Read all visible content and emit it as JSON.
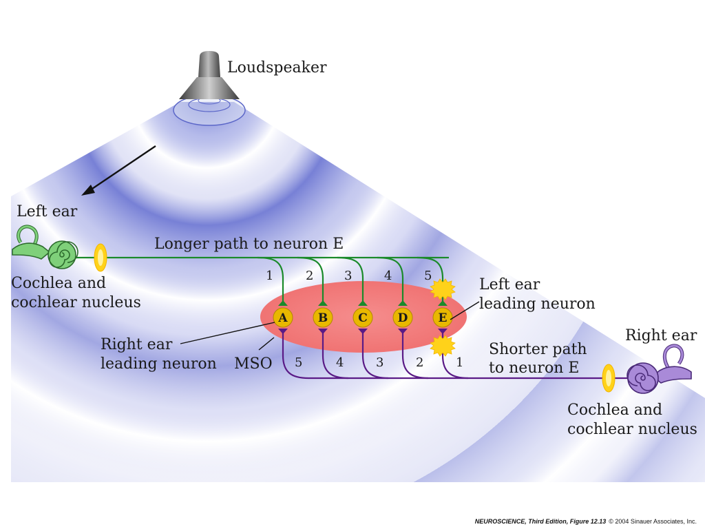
{
  "labels": {
    "loudspeaker": "Loudspeaker",
    "left_ear": "Left ear",
    "right_ear": "Right ear",
    "left_cochlea_1": "Cochlea and",
    "left_cochlea_2": "cochlear nucleus",
    "right_cochlea_1": "Cochlea and",
    "right_cochlea_2": "cochlear nucleus",
    "longer_path": "Longer path to neuron E",
    "shorter_path_1": "Shorter path",
    "shorter_path_2": "to neuron E",
    "left_leading_1": "Left ear",
    "left_leading_2": "leading neuron",
    "right_leading_1": "Right ear",
    "right_leading_2": "leading neuron",
    "mso": "MSO"
  },
  "neurons": [
    "A",
    "B",
    "C",
    "D",
    "E"
  ],
  "left_delays": [
    "1",
    "2",
    "3",
    "4",
    "5"
  ],
  "right_delays": [
    "5",
    "4",
    "3",
    "2",
    "1"
  ],
  "credit": {
    "book": "NEUROSCIENCE, Third Edition, Figure 12.13",
    "rights": "© 2004 Sinauer Associates, Inc."
  },
  "colors": {
    "wave": "#4a56c8",
    "left_pathway": "#1a8a2a",
    "right_pathway": "#5a1a86",
    "mso": "#f07a7a",
    "neuron": "#e8b800",
    "left_ear": "#7fd07a",
    "right_ear": "#a98ad8"
  }
}
